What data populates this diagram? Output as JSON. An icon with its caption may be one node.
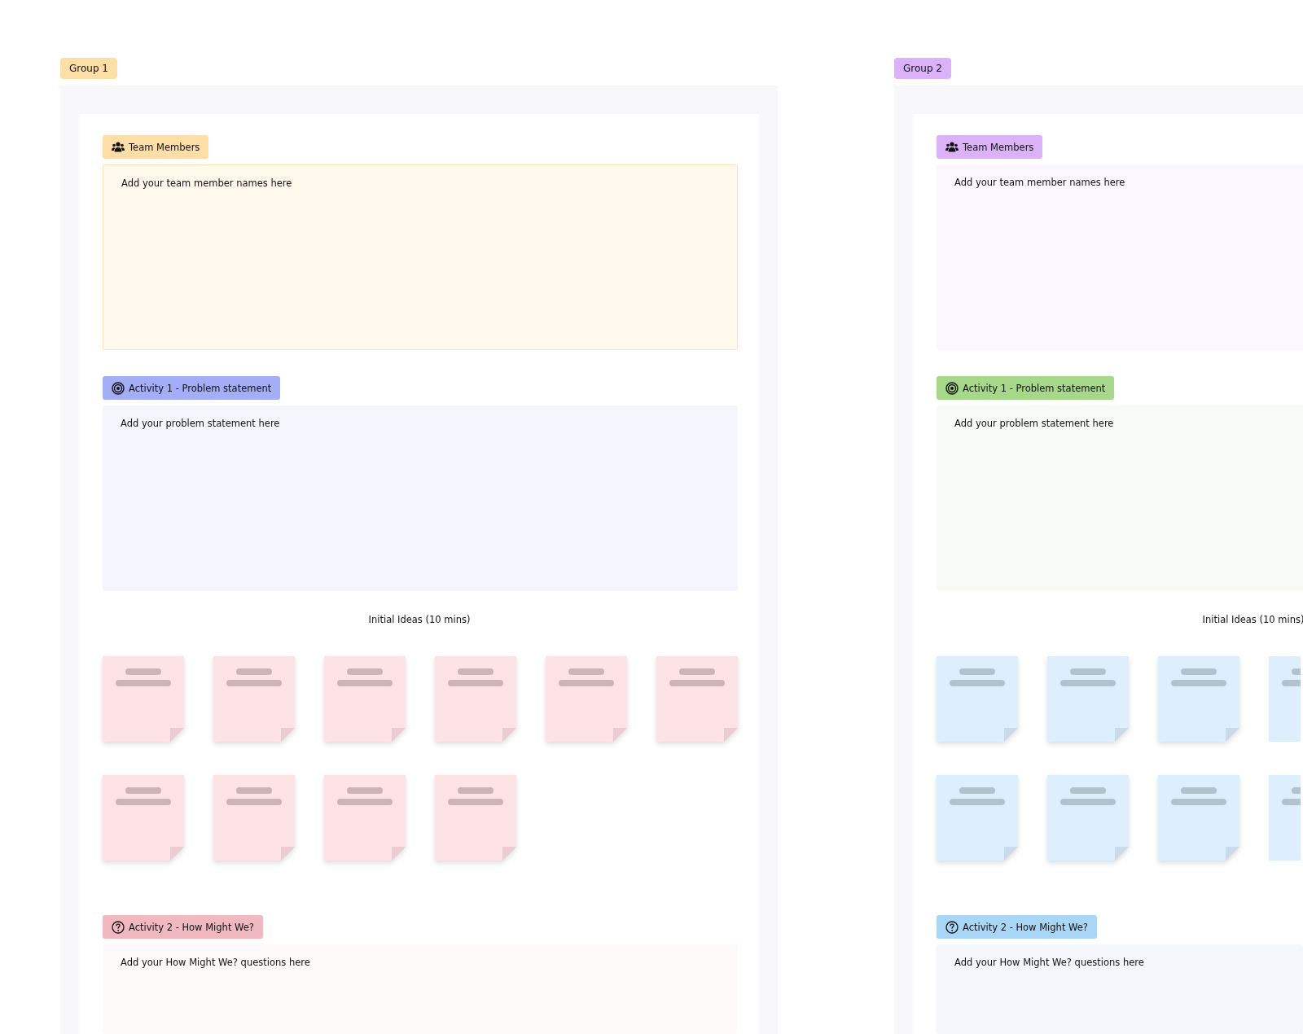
{
  "diagram": {
    "nodes": [
      {
        "text": [
          "Group 1"
        ]
      },
      {
        "text": [
          "Team Members",
          "Add your team member names here"
        ],
        "in": 0
      },
      {
        "text": [
          "Activity 1 - Problem statement",
          "Add your problem statement here"
        ],
        "in": 0
      },
      {
        "text": [],
        "shape": "box",
        "in": 0
      },
      {
        "text": [],
        "shape": "box",
        "in": 0
      },
      {
        "text": [],
        "shape": "box",
        "in": 0
      },
      {
        "text": [],
        "shape": "box",
        "in": 0
      },
      {
        "text": [],
        "shape": "box",
        "in": 0
      },
      {
        "text": [],
        "shape": "box",
        "in": 0
      },
      {
        "text": [],
        "shape": "box",
        "in": 0
      },
      {
        "text": [],
        "shape": "box",
        "in": 0
      },
      {
        "text": [],
        "shape": "box",
        "in": 0
      },
      {
        "text": [],
        "shape": "box",
        "in": 0
      },
      {
        "text": [
          "Activity 2 - How Might We?",
          "Add your How Might We? questions here"
        ],
        "in": 0
      },
      {
        "text": [
          "Group 2"
        ]
      },
      {
        "text": [
          "Team Members",
          "Add your team member names here"
        ],
        "in": 14
      },
      {
        "text": [
          "Activity 1 - Problem statement",
          "Add your problem statement here"
        ],
        "in": 14
      },
      {
        "text": [],
        "shape": "box",
        "in": 14
      },
      {
        "text": [],
        "shape": "box",
        "in": 14
      },
      {
        "text": [],
        "shape": "box",
        "in": 14
      },
      {
        "text": [],
        "shape": "box",
        "in": 14
      },
      {
        "text": [],
        "shape": "box",
        "in": 14
      },
      {
        "text": [],
        "shape": "box",
        "in": 14
      },
      {
        "text": [],
        "shape": "box",
        "in": 14
      },
      {
        "text": [],
        "shape": "box",
        "in": 14
      },
      {
        "text": [
          "Activity 2 - How Might We?",
          "Add your How Might We? questions here"
        ],
        "in": 14
      }
    ],
    "labels": [
      "Initial Ideas (10 mins)",
      "Initial Ideas (10 mins)"
    ]
  }
}
